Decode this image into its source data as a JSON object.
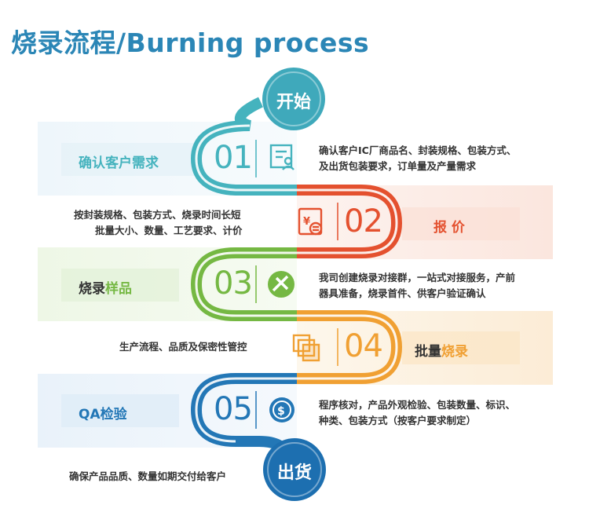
{
  "title": "烧录流程/Burning process",
  "start_label": "开始",
  "end_label": "出货",
  "steps": [
    {
      "number": "01",
      "label": "确认客户需求",
      "desc": [
        "确认客户IC厂商品名、封装规格、包装方式、",
        "及出货包装要求，订单量及产量需求"
      ]
    },
    {
      "number": "02",
      "label": "报 价",
      "desc": [
        "按封装规格、包装方式、烧录时间长短",
        "批量大小、数量、工艺要求、计价"
      ]
    },
    {
      "number": "03",
      "label_a": "烧录",
      "label_b": "样品",
      "desc": [
        "我司创建烧录对接群，一站式对接服务，产前",
        "器具准备，烧录首件、供客户验证确认"
      ]
    },
    {
      "number": "04",
      "label_a": "批量",
      "label_b": "烧录",
      "desc": [
        "生产流程、品质及保密性管控"
      ]
    },
    {
      "number": "05",
      "label_a": "QA",
      "label_b": "检验",
      "desc": [
        "程序核对，产品外观检验、包装数量、标识、",
        "种类、包装方式（按客户要求制定）"
      ]
    }
  ],
  "end_desc": "确保产品品质、数量如期交付给客户",
  "colors": {
    "teal": "#45b3be",
    "red": "#e4512f",
    "green": "#75b843",
    "orange": "#f0a033",
    "blue": "#2377b6",
    "title": "#2b86b6"
  }
}
